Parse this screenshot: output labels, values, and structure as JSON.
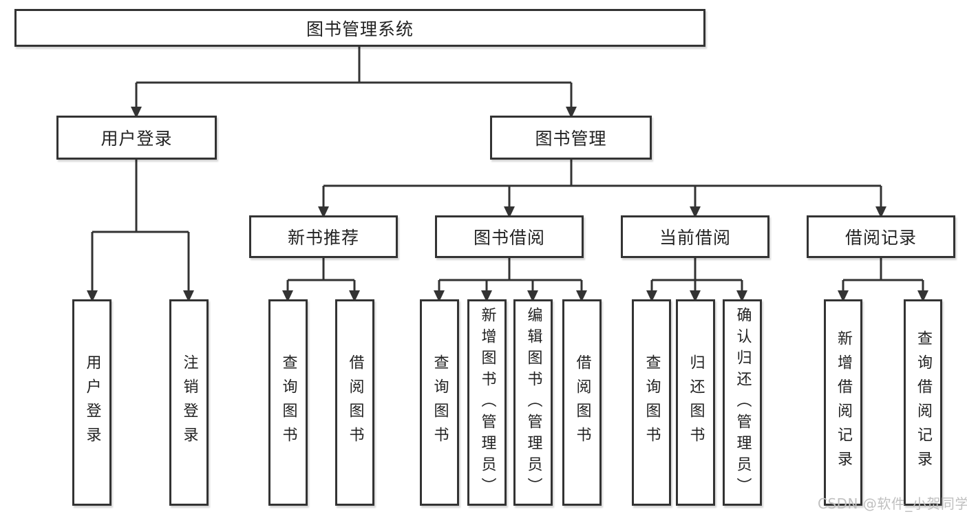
{
  "nodes": {
    "root": {
      "label": "图书管理系统"
    },
    "user_login": {
      "label": "用户登录"
    },
    "book_mgmt": {
      "label": "图书管理"
    },
    "new_book_rec": {
      "label": "新书推荐"
    },
    "book_borrow": {
      "label": "图书借阅"
    },
    "current_borrow": {
      "label": "当前借阅"
    },
    "borrow_record": {
      "label": "借阅记录"
    },
    "leaf_user_login": {
      "label": "用户登录"
    },
    "leaf_logout_login": {
      "label": "注销登录"
    },
    "leaf_query_book_a": {
      "label": "查询图书"
    },
    "leaf_borrow_book_a": {
      "label": "借阅图书"
    },
    "leaf_query_book_b": {
      "label": "查询图书"
    },
    "leaf_add_book_admin": {
      "label": "新增图书（管理员）"
    },
    "leaf_edit_book_admin": {
      "label": "编辑图书（管理员）"
    },
    "leaf_borrow_book_b": {
      "label": "借阅图书"
    },
    "leaf_query_book_c": {
      "label": "查询图书"
    },
    "leaf_return_book": {
      "label": "归还图书"
    },
    "leaf_confirm_return_admin": {
      "label": "确认归还（管理员）"
    },
    "leaf_add_borrow_record": {
      "label": "新增借阅记录"
    },
    "leaf_query_borrow_record": {
      "label": "查询借阅记录"
    }
  },
  "hierarchy": {
    "图书管理系统": {
      "用户登录": [
        "用户登录",
        "注销登录"
      ],
      "图书管理": {
        "新书推荐": [
          "查询图书",
          "借阅图书"
        ],
        "图书借阅": [
          "查询图书",
          "新增图书（管理员）",
          "编辑图书（管理员）",
          "借阅图书"
        ],
        "当前借阅": [
          "查询图书",
          "归还图书",
          "确认归还（管理员）"
        ],
        "借阅记录": [
          "新增借阅记录",
          "查询借阅记录"
        ]
      }
    }
  },
  "watermark": {
    "text": "CSDN @软件_小贺同学",
    "color": "#c0c0c0"
  },
  "colors": {
    "background": "#ffffff",
    "box_border": "#333333",
    "line": "#333333",
    "text": "#222222"
  }
}
